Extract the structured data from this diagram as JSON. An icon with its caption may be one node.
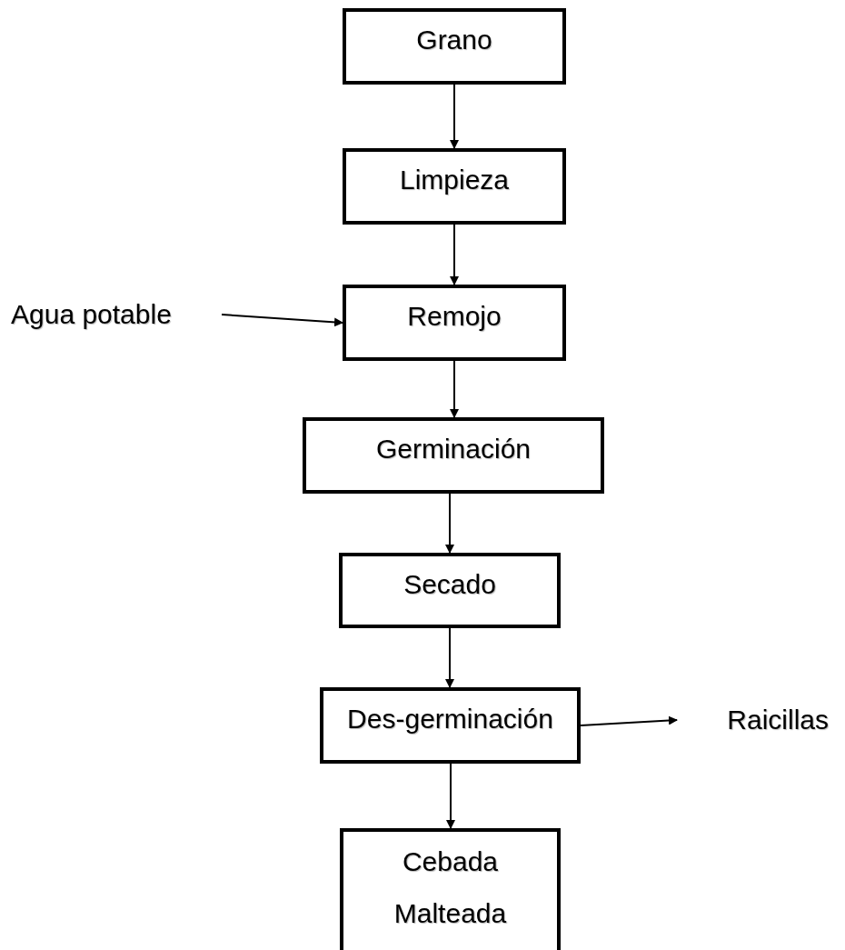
{
  "diagram": {
    "nodes": [
      {
        "text": [
          "Grano"
        ]
      },
      {
        "text": [
          "Limpieza"
        ]
      },
      {
        "text": [
          "Agua potable"
        ]
      },
      {
        "text": [
          "Remojo"
        ]
      },
      {
        "text": [
          "Germinación"
        ]
      },
      {
        "text": [
          "Secado"
        ]
      },
      {
        "text": [
          "Des-germinación"
        ]
      },
      {
        "text": [
          "Raicillas"
        ]
      },
      {
        "text": [
          "Cebada Malteada"
        ]
      }
    ],
    "edges": [
      {
        "from": 0,
        "to": 1,
        "arrow": "to"
      },
      {
        "from": 1,
        "to": 3,
        "arrow": "to"
      },
      {
        "from": 2,
        "to": 3,
        "arrow": "to"
      },
      {
        "from": 3,
        "to": 4,
        "arrow": "to"
      },
      {
        "from": 4,
        "to": 5,
        "arrow": "to"
      },
      {
        "from": 5,
        "to": 6,
        "arrow": "to"
      },
      {
        "from": 6,
        "to": 7,
        "arrow": "to"
      },
      {
        "from": 6,
        "to": 8,
        "arrow": "to"
      }
    ]
  }
}
